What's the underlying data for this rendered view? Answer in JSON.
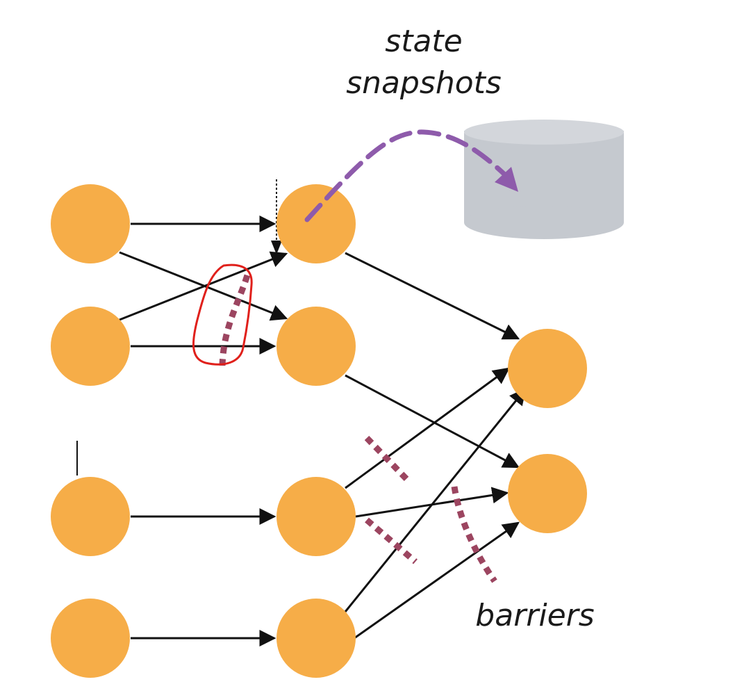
{
  "labels": {
    "state_snapshots_line1": "state",
    "state_snapshots_line2": "snapshots",
    "barriers": "barriers"
  },
  "colors": {
    "node": "#f6ad48",
    "edge": "#111111",
    "snapshot_arrow": "#8e5bab",
    "barrier": "#9c4560",
    "storage": "#c5c9cf",
    "annotation": "#e0201b"
  },
  "icons": {
    "storage": "storage-cylinder-icon"
  }
}
